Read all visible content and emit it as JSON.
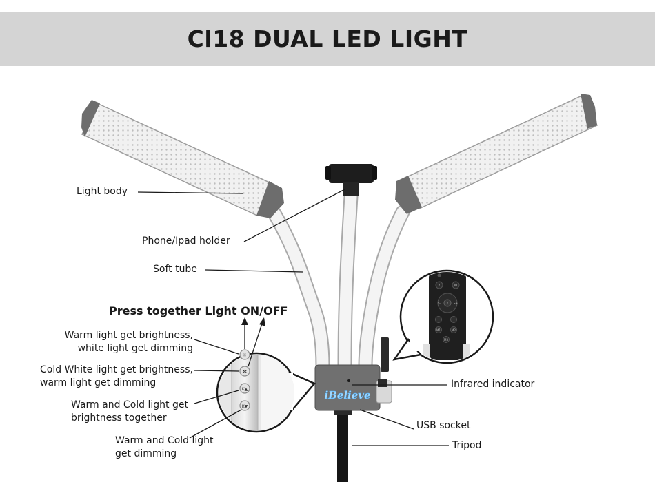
{
  "title": "Cl18  DUAL LED LIGHT",
  "brand_logo_text": "iBelieve",
  "labels": {
    "light_body": "Light body",
    "phone_holder": "Phone/Ipad holder",
    "soft_tube": "Soft tube",
    "press_together": "Press together Light ON/OFF",
    "btn1_line1": "Warm light get brightness,",
    "btn1_line2": "white light get dimming",
    "btn2_line1": "Cold White light get brightness,",
    "btn2_line2": "warm light get dimming",
    "btn3_line1": "Warm and Cold light get",
    "btn3_line2": "brightness together",
    "btn4_line1": "Warm and Cold light",
    "btn4_line2": "get dimming",
    "infrared": "Infrared indicator",
    "usb": "USB socket",
    "tripod": "Tripod"
  },
  "remote_buttons": [
    "W",
    "Y",
    "S-",
    "K",
    "S+",
    "M1",
    "M2",
    "M3"
  ],
  "colors": {
    "banner": "#d4d4d4",
    "panel_gray": "#6d6d6d",
    "led_face": "#eeeeee",
    "tube": "#f2f2f2",
    "logo_glow": "#6ec4ff"
  }
}
